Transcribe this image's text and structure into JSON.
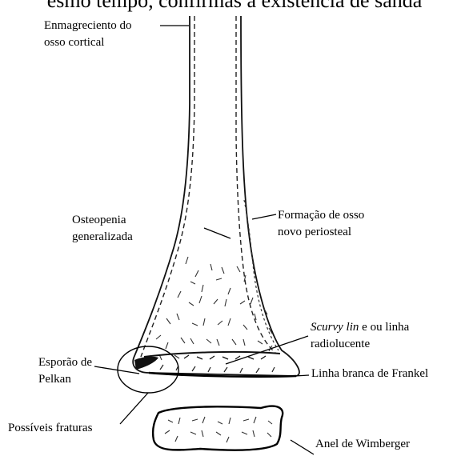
{
  "header_fragment": "esmo tempo, confirmas a existência de sanda",
  "labels": {
    "cortical_thinning": {
      "line1": "Enmagreciento do",
      "line2": "osso cortical"
    },
    "osteopenia": {
      "line1": "Osteopenia",
      "line2": "generalizada"
    },
    "periosteal": {
      "line1": "Formação de osso",
      "line2": "novo periosteal"
    },
    "scurvy": {
      "italic": "Scurvy lin",
      "rest": " e ou linha",
      "line2": "radiolucente"
    },
    "pelkan": {
      "line1": "Esporão de",
      "line2": "Pelkan"
    },
    "frankel": {
      "line1": "Linha branca de Frankel"
    },
    "fractures": {
      "line1": "Possíveis fraturas"
    },
    "wimberger": {
      "line1": "Anel de Wimberger"
    }
  }
}
